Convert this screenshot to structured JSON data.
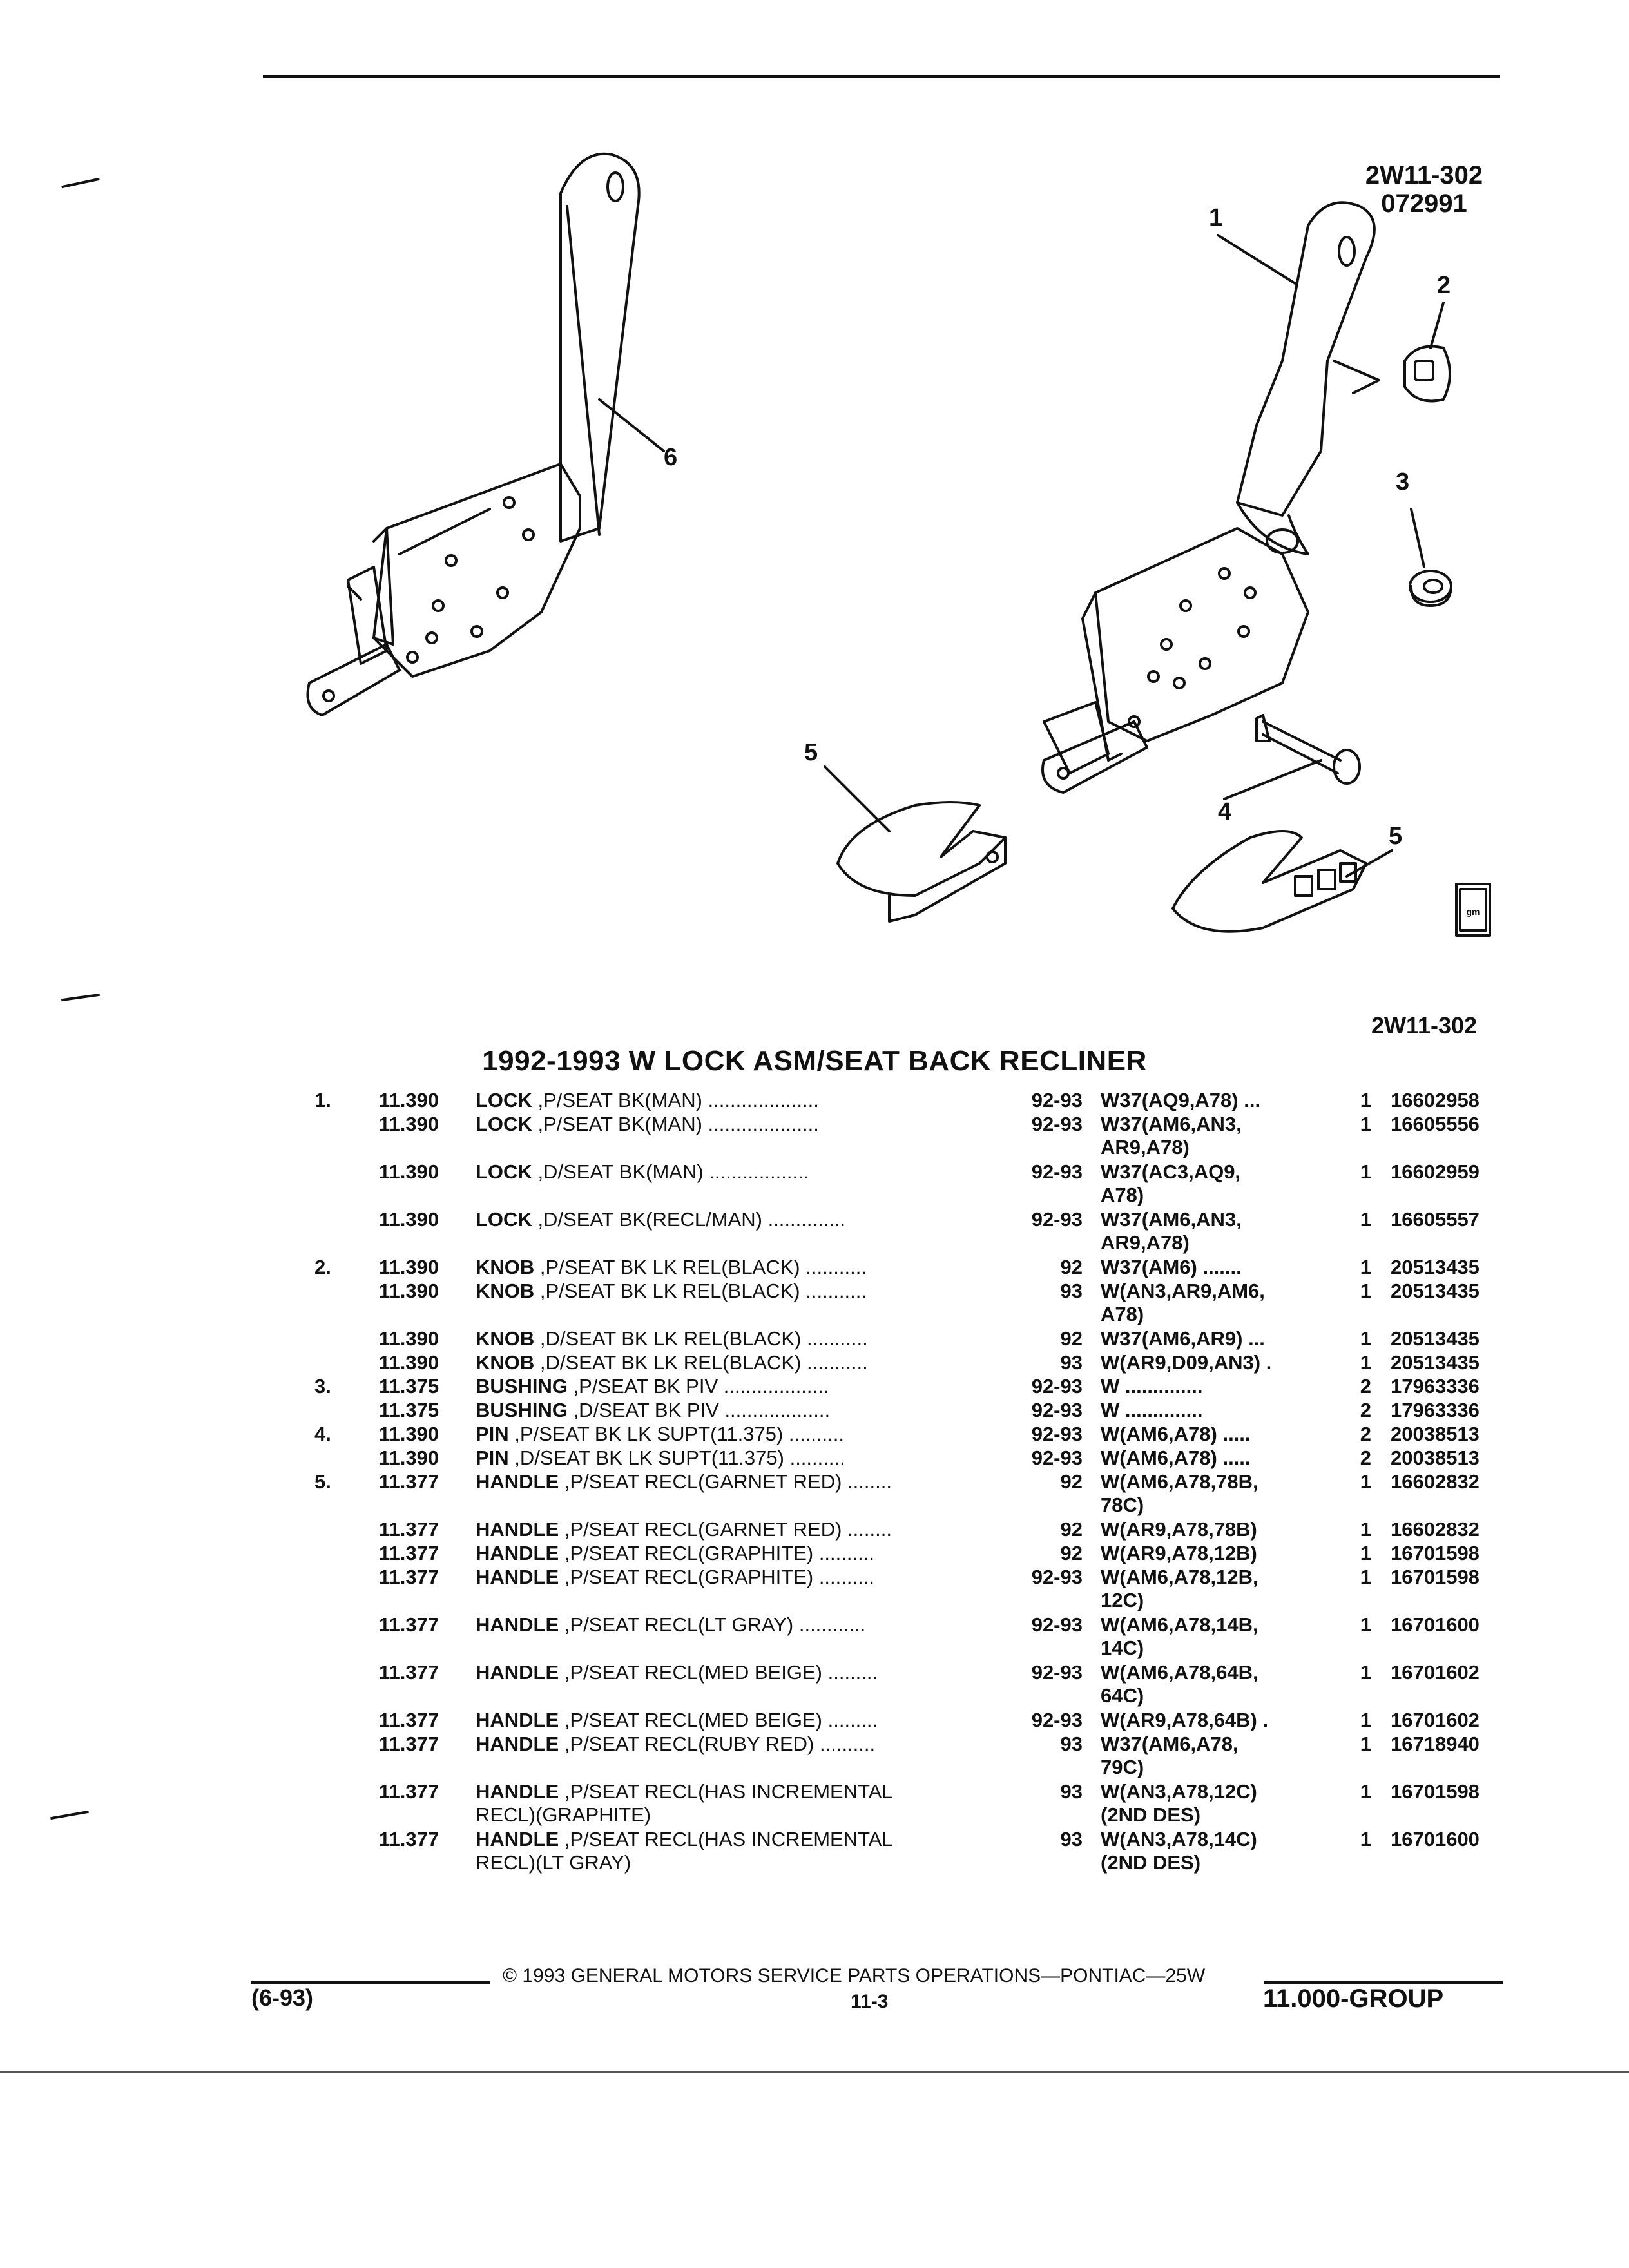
{
  "header": {
    "drawing_id_top": "2W11-302",
    "drawing_date": "072991",
    "drawing_id_bottom": "2W11-302"
  },
  "callouts": [
    "1",
    "2",
    "3",
    "4",
    "5",
    "5",
    "6"
  ],
  "title": "1992-1993 W LOCK ASM/SEAT BACK RECLINER",
  "parts": [
    {
      "item": "1.",
      "group": "11.390",
      "name": "LOCK",
      "desc": " ,P/SEAT BK(MAN) ....................",
      "years": "92-93",
      "model": "W37(AQ9,A78) ...",
      "model2": "",
      "qty": "1",
      "part": "16602958"
    },
    {
      "item": "",
      "group": "11.390",
      "name": "LOCK",
      "desc": " ,P/SEAT BK(MAN) ....................",
      "years": "92-93",
      "model": "W37(AM6,AN3,",
      "model2": "AR9,A78)",
      "qty": "1",
      "part": "16605556"
    },
    {
      "item": "",
      "group": "11.390",
      "name": "LOCK",
      "desc": " ,D/SEAT BK(MAN) ..................",
      "years": "92-93",
      "model": "W37(AC3,AQ9,",
      "model2": "A78)",
      "qty": "1",
      "part": "16602959"
    },
    {
      "item": "",
      "group": "11.390",
      "name": "LOCK",
      "desc": " ,D/SEAT BK(RECL/MAN) ..............",
      "years": "92-93",
      "model": "W37(AM6,AN3,",
      "model2": "AR9,A78)",
      "qty": "1",
      "part": "16605557"
    },
    {
      "item": "2.",
      "group": "11.390",
      "name": "KNOB",
      "desc": " ,P/SEAT BK LK REL(BLACK) ...........",
      "years": "92",
      "model": "W37(AM6) .......",
      "model2": "",
      "qty": "1",
      "part": "20513435"
    },
    {
      "item": "",
      "group": "11.390",
      "name": "KNOB",
      "desc": " ,P/SEAT BK LK REL(BLACK) ...........",
      "years": "93",
      "model": "W(AN3,AR9,AM6,",
      "model2": "A78)",
      "qty": "1",
      "part": "20513435"
    },
    {
      "item": "",
      "group": "11.390",
      "name": "KNOB",
      "desc": " ,D/SEAT BK LK REL(BLACK) ...........",
      "years": "92",
      "model": "W37(AM6,AR9) ...",
      "model2": "",
      "qty": "1",
      "part": "20513435"
    },
    {
      "item": "",
      "group": "11.390",
      "name": "KNOB",
      "desc": " ,D/SEAT BK LK REL(BLACK) ...........",
      "years": "93",
      "model": "W(AR9,D09,AN3) .",
      "model2": "",
      "qty": "1",
      "part": "20513435"
    },
    {
      "item": "3.",
      "group": "11.375",
      "name": "BUSHING",
      "desc": " ,P/SEAT BK PIV ...................",
      "years": "92-93",
      "model": "W ..............",
      "model2": "",
      "qty": "2",
      "part": "17963336"
    },
    {
      "item": "",
      "group": "11.375",
      "name": "BUSHING",
      "desc": " ,D/SEAT BK PIV ...................",
      "years": "92-93",
      "model": "W ..............",
      "model2": "",
      "qty": "2",
      "part": "17963336"
    },
    {
      "item": "4.",
      "group": "11.390",
      "name": "PIN",
      "desc": " ,P/SEAT BK LK SUPT(11.375) ..........",
      "years": "92-93",
      "model": "W(AM6,A78) .....",
      "model2": "",
      "qty": "2",
      "part": "20038513"
    },
    {
      "item": "",
      "group": "11.390",
      "name": "PIN",
      "desc": " ,D/SEAT BK LK SUPT(11.375) ..........",
      "years": "92-93",
      "model": "W(AM6,A78) .....",
      "model2": "",
      "qty": "2",
      "part": "20038513"
    },
    {
      "item": "5.",
      "group": "11.377",
      "name": "HANDLE",
      "desc": " ,P/SEAT RECL(GARNET RED) ........",
      "years": "92",
      "model": "W(AM6,A78,78B,",
      "model2": "78C)",
      "qty": "1",
      "part": "16602832"
    },
    {
      "item": "",
      "group": "11.377",
      "name": "HANDLE",
      "desc": " ,P/SEAT RECL(GARNET RED) ........",
      "years": "92",
      "model": "W(AR9,A78,78B)",
      "model2": "",
      "qty": "1",
      "part": "16602832"
    },
    {
      "item": "",
      "group": "11.377",
      "name": "HANDLE",
      "desc": " ,P/SEAT RECL(GRAPHITE) ..........",
      "years": "92",
      "model": "W(AR9,A78,12B)",
      "model2": "",
      "qty": "1",
      "part": "16701598"
    },
    {
      "item": "",
      "group": "11.377",
      "name": "HANDLE",
      "desc": " ,P/SEAT RECL(GRAPHITE) ..........",
      "years": "92-93",
      "model": "W(AM6,A78,12B,",
      "model2": "12C)",
      "qty": "1",
      "part": "16701598"
    },
    {
      "item": "",
      "group": "11.377",
      "name": "HANDLE",
      "desc": " ,P/SEAT RECL(LT GRAY) ............",
      "years": "92-93",
      "model": "W(AM6,A78,14B,",
      "model2": "14C)",
      "qty": "1",
      "part": "16701600"
    },
    {
      "item": "",
      "group": "11.377",
      "name": "HANDLE",
      "desc": " ,P/SEAT RECL(MED BEIGE) .........",
      "years": "92-93",
      "model": "W(AM6,A78,64B,",
      "model2": "64C)",
      "qty": "1",
      "part": "16701602"
    },
    {
      "item": "",
      "group": "11.377",
      "name": "HANDLE",
      "desc": " ,P/SEAT RECL(MED BEIGE) .........",
      "years": "92-93",
      "model": "W(AR9,A78,64B) .",
      "model2": "",
      "qty": "1",
      "part": "16701602"
    },
    {
      "item": "",
      "group": "11.377",
      "name": "HANDLE",
      "desc": " ,P/SEAT RECL(RUBY RED) ..........",
      "years": "93",
      "model": "W37(AM6,A78,",
      "model2": "79C)",
      "qty": "1",
      "part": "16718940"
    },
    {
      "item": "",
      "group": "11.377",
      "name": "HANDLE",
      "desc": " ,P/SEAT RECL(HAS INCREMENTAL",
      "desc2": "RECL)(GRAPHITE)",
      "years": "93",
      "model": "W(AN3,A78,12C)",
      "model2": "(2ND DES)",
      "qty": "1",
      "part": "16701598"
    },
    {
      "item": "",
      "group": "11.377",
      "name": "HANDLE",
      "desc": " ,P/SEAT RECL(HAS INCREMENTAL",
      "desc2": "RECL)(LT GRAY)",
      "years": "93",
      "model": "W(AN3,A78,14C)",
      "model2": "(2ND DES)",
      "qty": "1",
      "part": "16701600"
    }
  ],
  "footer": {
    "copyright": "© 1993 GENERAL MOTORS SERVICE PARTS OPERATIONS—PONTIAC—25W",
    "date": "(6-93)",
    "page": "11-3",
    "group": "11.000-GROUP"
  }
}
